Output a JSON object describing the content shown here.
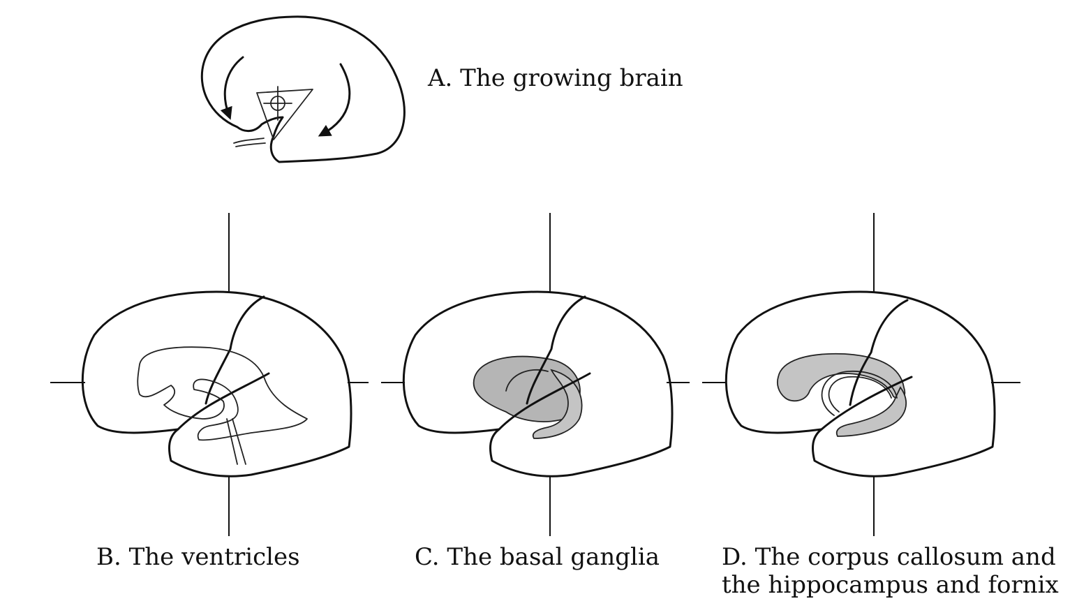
{
  "panels": [
    {
      "id": "A",
      "caption": "A. The growing brain"
    },
    {
      "id": "B",
      "caption": "B. The ventricles"
    },
    {
      "id": "C",
      "caption": "C. The basal ganglia"
    },
    {
      "id": "D",
      "caption_line1": "D. The corpus callosum and",
      "caption_line2": "the hippocampus and fornix"
    }
  ],
  "colors": {
    "ink": "#111111",
    "shading": "#b5b5b5",
    "background": "#ffffff"
  }
}
